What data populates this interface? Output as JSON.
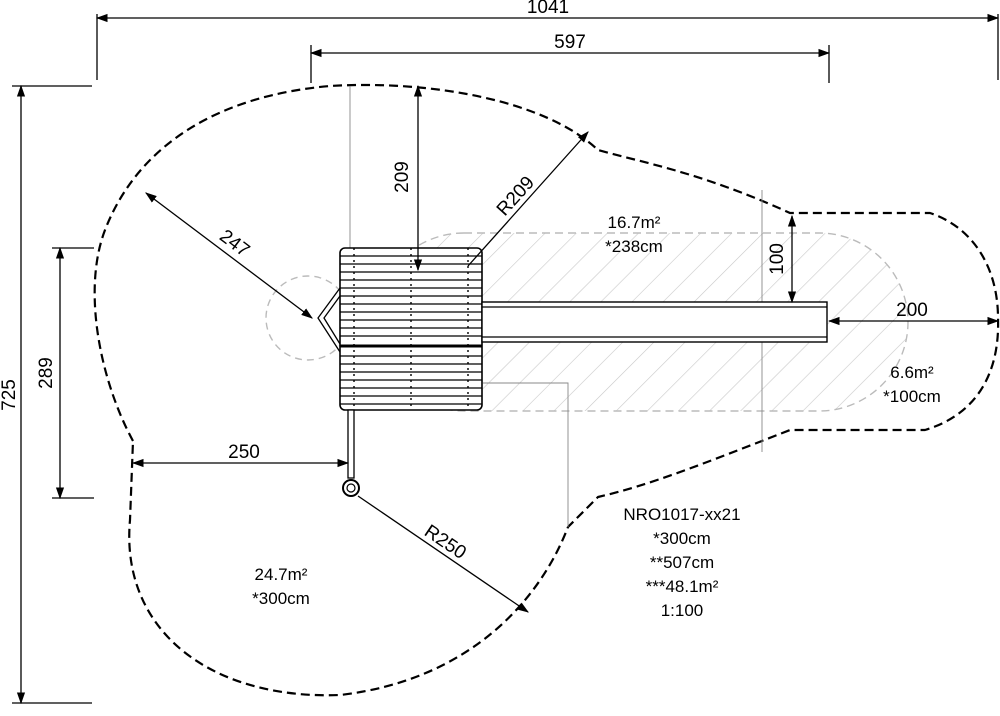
{
  "dimensions": {
    "overall_width": "1041",
    "structure_width": "597",
    "overall_height": "725",
    "side_height": "289",
    "depth_top": "209",
    "radius_top": "R209",
    "diagonal_left": "247",
    "swing_width": "250",
    "swing_radius": "R250",
    "slide_offset": "100",
    "slide_end": "200"
  },
  "areas": {
    "slide_zone": {
      "area": "16.7m²",
      "height": "*238cm"
    },
    "slide_end_zone": {
      "area": "6.6m²",
      "height": "*100cm"
    },
    "swing_zone": {
      "area": "24.7m²",
      "height": "*300cm"
    }
  },
  "product": {
    "code": "NRO1017-xx21",
    "fall_height": "*300cm",
    "free_height": "**507cm",
    "total_area": "***48.1m²",
    "scale": "1:100"
  }
}
